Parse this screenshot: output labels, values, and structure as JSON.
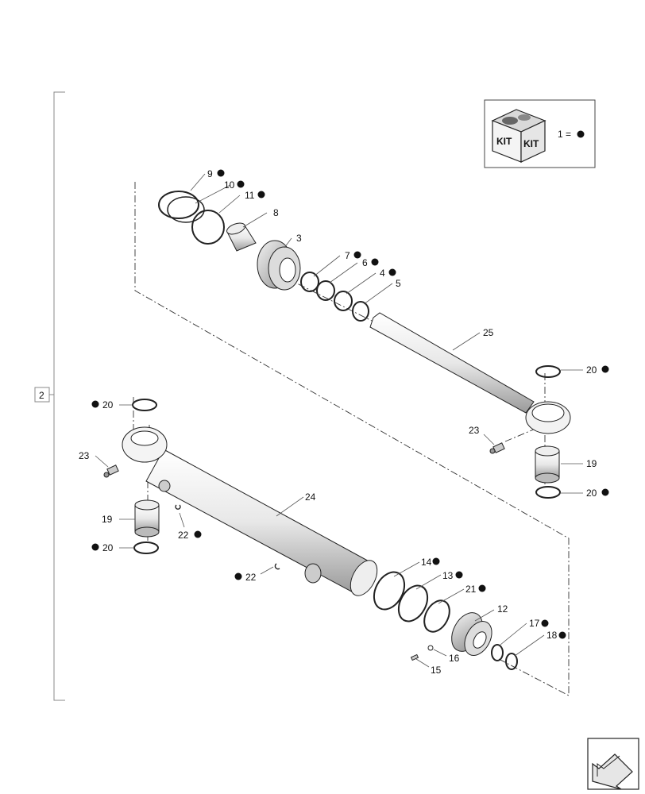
{
  "group_bracket_label": "2",
  "kit_legend": {
    "kit_text": "KIT",
    "equation": "1 ="
  },
  "callouts": {
    "c9": "9",
    "c10": "10",
    "c11": "11",
    "c8": "8",
    "c3": "3",
    "c7": "7",
    "c6": "6",
    "c4": "4",
    "c5": "5",
    "c25": "25",
    "c20_rod_top": "20",
    "c23_rod": "23",
    "c19_rod": "19",
    "c20_rod_bottom": "20",
    "c20_barrel_top": "20",
    "c23_barrel": "23",
    "c19_barrel": "19",
    "c20_barrel_bottom": "20",
    "c22_left": "22",
    "c22_right": "22",
    "c24": "24",
    "c14": "14",
    "c13": "13",
    "c21": "21",
    "c12": "12",
    "c17": "17",
    "c18": "18",
    "c16": "16",
    "c15": "15"
  },
  "icons": [
    "kit-icon",
    "kit-bullet-icon",
    "navigation-arrow-icon"
  ]
}
